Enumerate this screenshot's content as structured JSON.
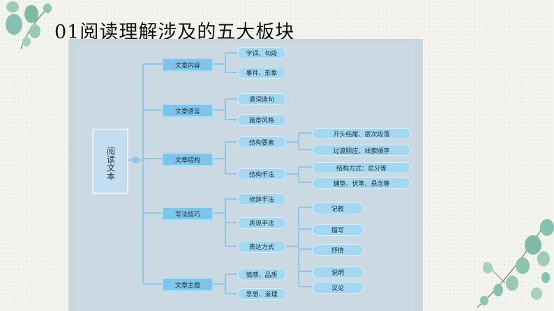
{
  "slide": {
    "title": "01阅读理解涉及的五大板块"
  },
  "mindmap": {
    "root": "阅读文本",
    "categories": [
      "文章内容",
      "文章语言",
      "文章结构",
      "写法技巧",
      "文章主题"
    ],
    "level2": [
      "字词、句段",
      "事件、形象",
      "遣词造句",
      "篇章风格",
      "结构要素",
      "结构手法",
      "修辞手法",
      "表现手法",
      "表达方式",
      "情感、品质",
      "思想、道理"
    ],
    "level3_structure": [
      "开头结尾、层次段落",
      "过渡照应、线索顺序",
      "结构方式：总分等",
      "铺垫、伏笔、悬念等"
    ],
    "level3_expression": [
      "记叙",
      "描写",
      "抒情",
      "说明",
      "议论"
    ]
  },
  "colors": {
    "node_dark": "#7fc4ea",
    "node_light": "#a3d7f2",
    "connector": "#8ec8e6",
    "leaf": "#7faf8a"
  }
}
